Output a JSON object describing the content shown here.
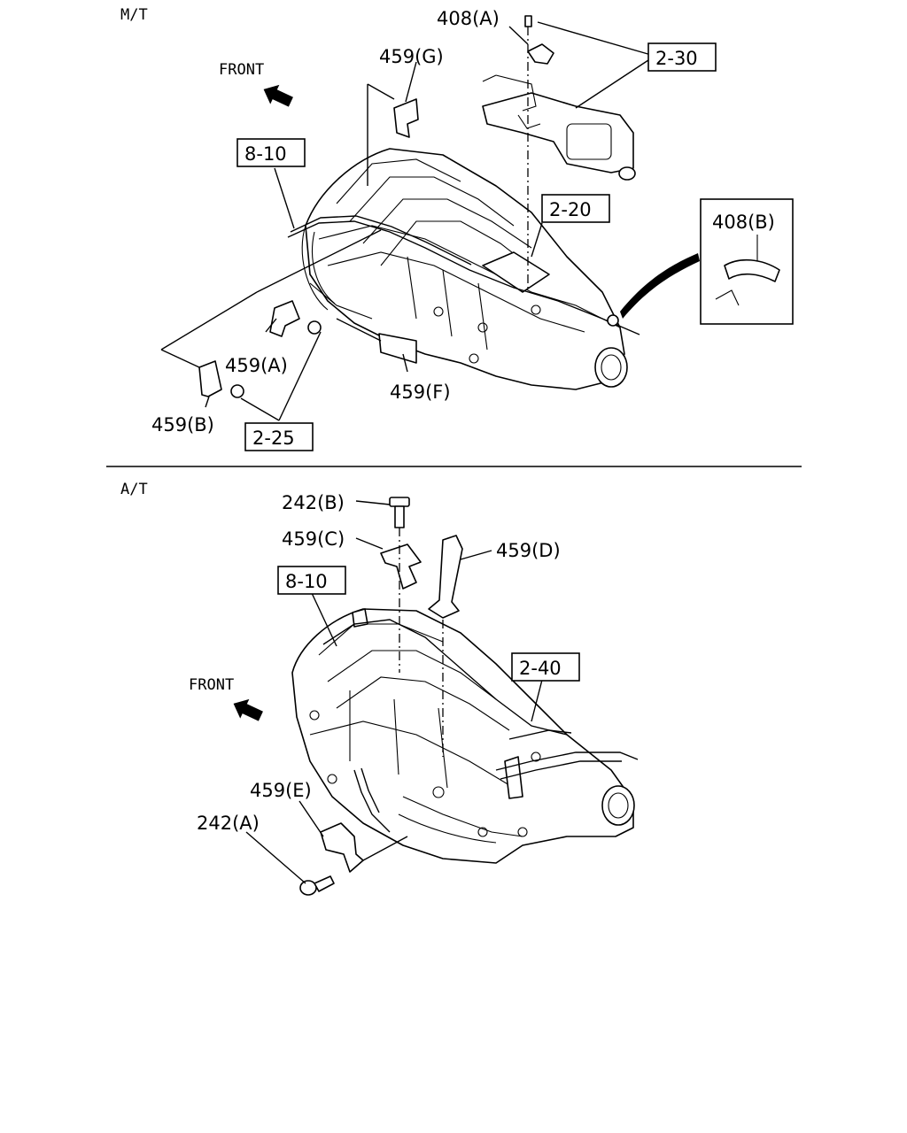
{
  "sections": {
    "manual": "M/T",
    "automatic": "A/T"
  },
  "front_label_top": "FRONT",
  "front_label_bottom": "FRONT",
  "callouts_top": {
    "c408a": "408(A)",
    "c230": "2-30",
    "c459g": "459(G)",
    "c810": "8-10",
    "c220": "2-20",
    "c408b": "408(B)",
    "c459a": "459(A)",
    "c459f": "459(F)",
    "c459b": "459(B)",
    "c225": "2-25"
  },
  "callouts_bottom": {
    "c242b": "242(B)",
    "c459c": "459(C)",
    "c459d": "459(D)",
    "c810": "8-10",
    "c240": "2-40",
    "c459e": "459(E)",
    "c242a": "242(A)"
  }
}
